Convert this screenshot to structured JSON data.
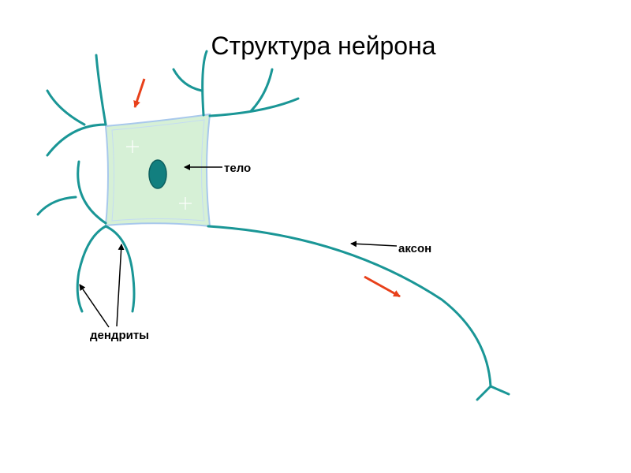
{
  "slide": {
    "title": "Структура нейрона"
  },
  "labels": {
    "body": "тело",
    "axon": "аксон",
    "dendrites": "дендриты"
  },
  "colors": {
    "neuron_stroke": "#1a9696",
    "cell_body_fill": "#d6f0d6",
    "cell_body_edge": "#a8c8ec",
    "nucleus": "#127f7f",
    "signal_arrow": "#e8401a",
    "label_arrow": "#000000"
  }
}
